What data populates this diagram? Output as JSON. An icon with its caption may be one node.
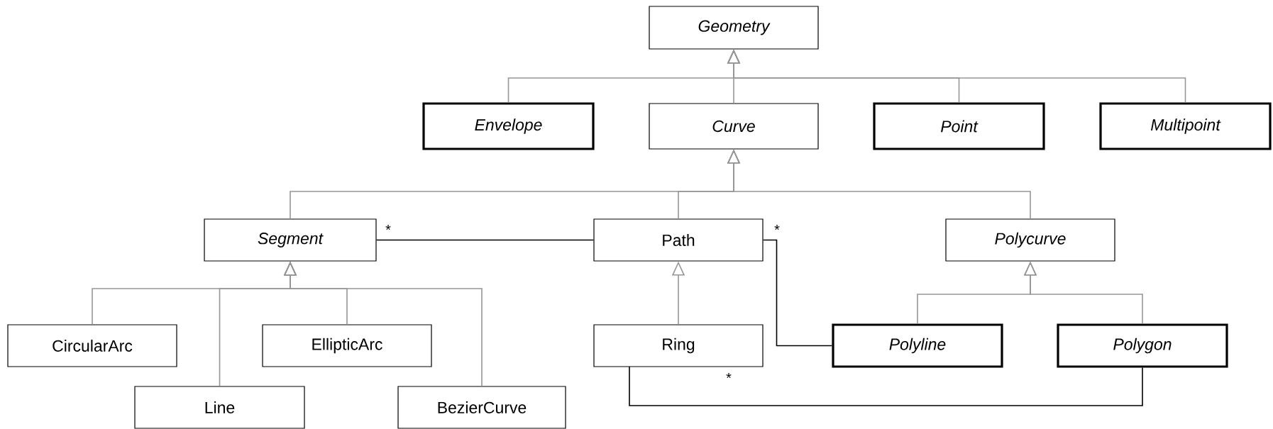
{
  "diagram": {
    "nodes": [
      {
        "text": [
          "Geometry"
        ]
      },
      {
        "text": [
          "Envelope"
        ]
      },
      {
        "text": [
          "Curve"
        ]
      },
      {
        "text": [
          "Point"
        ]
      },
      {
        "text": [
          "Multipoint"
        ]
      },
      {
        "text": [
          "Segment"
        ]
      },
      {
        "text": [
          "Path"
        ]
      },
      {
        "text": [
          "Polycurve"
        ]
      },
      {
        "text": [
          "CircularArc"
        ]
      },
      {
        "text": [
          "EllipticArc"
        ]
      },
      {
        "text": [
          "Ring"
        ]
      },
      {
        "text": [
          "Polyline"
        ]
      },
      {
        "text": [
          "Polygon"
        ]
      },
      {
        "text": [
          "Line"
        ]
      },
      {
        "text": [
          "BezierCurve"
        ]
      }
    ],
    "edges": [
      {
        "from": 1,
        "to": 0,
        "arrow": "to"
      },
      {
        "from": 2,
        "to": 0,
        "arrow": "to"
      },
      {
        "from": 3,
        "to": 0,
        "arrow": "to"
      },
      {
        "from": 4,
        "to": 0,
        "arrow": "to"
      },
      {
        "from": 5,
        "to": 2,
        "arrow": "to"
      },
      {
        "from": 6,
        "to": 2,
        "arrow": "to"
      },
      {
        "from": 7,
        "to": 2,
        "arrow": "to"
      },
      {
        "from": 8,
        "to": 5,
        "arrow": "to"
      },
      {
        "from": 13,
        "to": 5,
        "arrow": "to"
      },
      {
        "from": 9,
        "to": 5,
        "arrow": "to"
      },
      {
        "from": 14,
        "to": 5,
        "arrow": "to"
      },
      {
        "from": 10,
        "to": 6,
        "arrow": "to"
      },
      {
        "from": 11,
        "to": 7,
        "arrow": "to"
      },
      {
        "from": 12,
        "to": 7,
        "arrow": "to"
      },
      {
        "from": 5,
        "to": 6,
        "arrow": "none",
        "label": "*",
        "color": "#000000"
      },
      {
        "from": 6,
        "to": 11,
        "arrow": "none",
        "label": "*",
        "color": "#000000"
      },
      {
        "from": 12,
        "to": 10,
        "arrow": "none",
        "label": "*",
        "color": "#000000"
      }
    ]
  }
}
